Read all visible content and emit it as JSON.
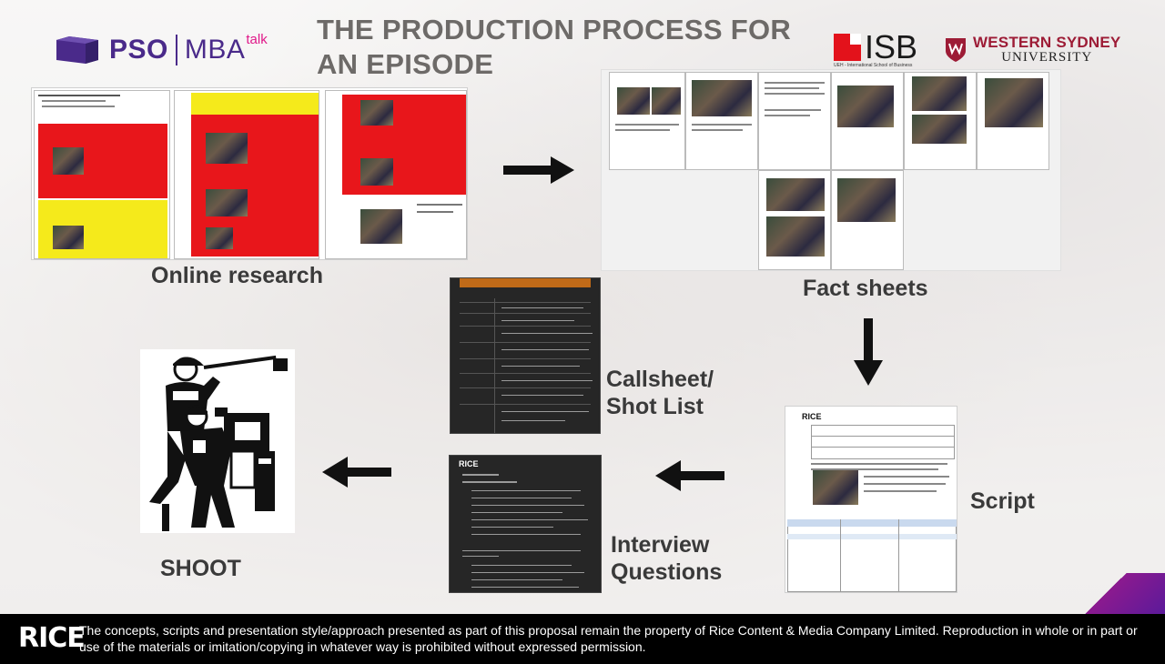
{
  "header": {
    "title": "THE PRODUCTION PROCESS FOR AN EPISODE",
    "pso_logo_text": "PSO",
    "mba_logo_text": "MBA",
    "talk_logo_text": "talk",
    "isb_logo_text": "ISB",
    "isb_logo_subtext": "UEH - International School of Business",
    "wsu_line1": "WESTERN SYDNEY",
    "wsu_line2": "UNIVERSITY"
  },
  "steps": {
    "online_research": "Online research",
    "fact_sheets": "Fact sheets",
    "callsheet": "Callsheet/ Shot List",
    "script": "Script",
    "interview": "Interview Questions",
    "shoot": "SHOOT"
  },
  "footer": {
    "logo": "RICE",
    "text": "The concepts, scripts and presentation style/approach presented as part of this proposal remain the property of Rice Content & Media  Company Limited. Reproduction in whole or in part or use of the materials or imitation/copying in whatever way is prohibited without expressed permission."
  },
  "colors": {
    "title_gray": "#6d6a68",
    "pso_purple": "#4a2a8a",
    "talk_pink": "#e0198a",
    "isb_red": "#e3121b",
    "wsu_red": "#9d1c36",
    "doc_red": "#e8161b",
    "doc_yellow": "#f5ea1b",
    "footer_bg": "#000000"
  },
  "icons": {
    "pso": "pso-book-icon",
    "wsu": "wsu-shield-icon",
    "camera_crew": "camera-crew-illustration"
  }
}
